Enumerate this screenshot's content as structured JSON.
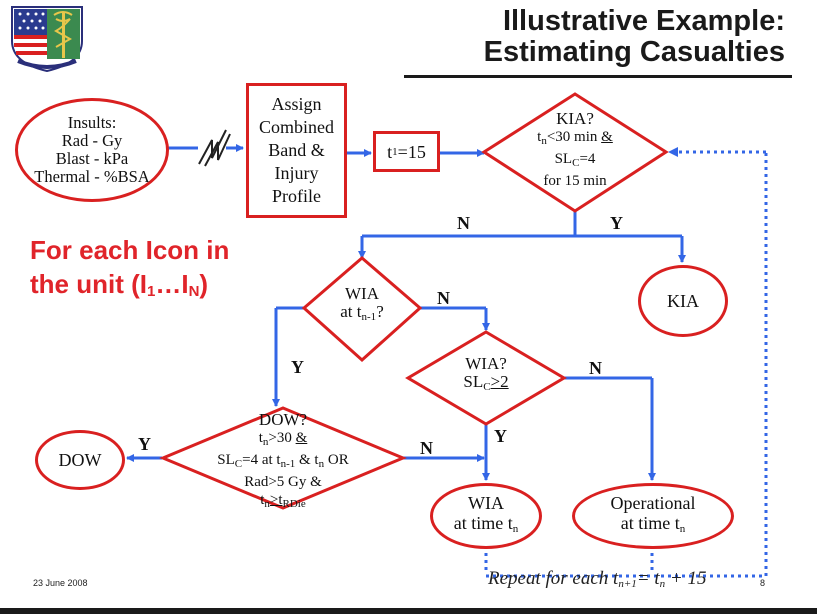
{
  "title": {
    "line1": "Illustrative Example:",
    "line2": "Estimating Casualties"
  },
  "insults": {
    "head": "Insults:",
    "rad": "Rad - Gy",
    "blast": "Blast - kPa",
    "thermal": "Thermal - %BSA"
  },
  "assign": {
    "l1": "Assign",
    "l2": "Combined",
    "l3": "Band &",
    "l4": "Injury",
    "l5": "Profile"
  },
  "t1_box": {
    "t": "t",
    "sub": "1",
    "rest": "=15"
  },
  "kia_q": {
    "l1": "KIA?",
    "l2a": "t",
    "l2sub": "n",
    "l2b": "<30 min ",
    "l2amp": "&",
    "l3a": "SL",
    "l3sub": "C",
    "l3b": "=4",
    "l4": "for 15 min"
  },
  "heading": {
    "line1": "For each Icon in",
    "line2a": "the unit (I",
    "sub1": "1",
    "mid": "…I",
    "subN": "N",
    "close": ")"
  },
  "labels": {
    "n": "N",
    "y": "Y"
  },
  "kia_out": "KIA",
  "wia_prev": {
    "l1": "WIA",
    "l2a": "at t",
    "l2sub": "n-1",
    "l2b": "?"
  },
  "wia_q": {
    "l1": "WIA?",
    "l2a": "SL",
    "l2sub": "C",
    "l2b": ">2"
  },
  "dow_q": {
    "l1": "DOW?",
    "l2a": "t",
    "l2sub": "n",
    "l2b": ">30 ",
    "l2amp": "&",
    "l3a": "SL",
    "l3sub": "C",
    "l3b": "=4 at t",
    "l3sub2": "n-1",
    "l3c": " & t",
    "l3sub3": "n",
    "l3d": "  OR",
    "l4": "Rad>5 Gy &",
    "l5a": "t",
    "l5sub": "n",
    "l5b": ">t",
    "l5sub2": "RDie"
  },
  "dow_out": "DOW",
  "wia_out": {
    "l1": "WIA",
    "l2a": "at time t",
    "l2sub": "n"
  },
  "oper_out": {
    "l1": "Operational",
    "l2a": "at time t",
    "l2sub": "n"
  },
  "repeat": {
    "a": "Repeat for each t",
    "sub1": "n+1",
    "b": "= t",
    "sub2": "n",
    "c": " + 15"
  },
  "footer": {
    "date": "23 June 2008",
    "page": "8"
  },
  "colors": {
    "arrow": "#3366e6",
    "box_border": "#d92020",
    "heading": "#e0242a"
  },
  "logo_icon": "caduceus-shield-icon"
}
